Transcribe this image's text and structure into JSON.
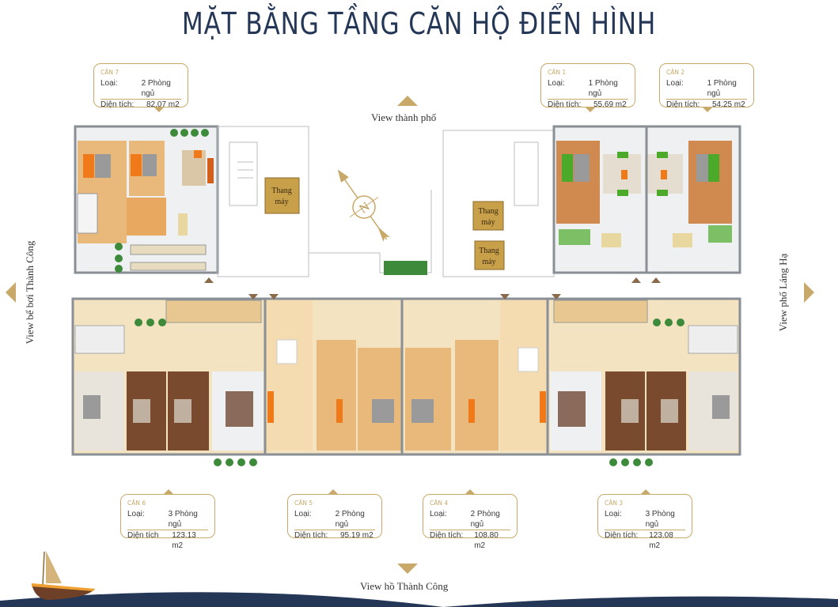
{
  "title": "MẶT BẰNG TẦNG CĂN HỘ ĐIỂN HÌNH",
  "views": {
    "top": "View thành phố",
    "bottom": "View hồ Thành Công",
    "left": "View bể bơi Thành Công",
    "right": "View phố Láng Hạ"
  },
  "elevator_label": {
    "line1": "Thang",
    "line2": "máy"
  },
  "compass_letter": "N",
  "units": [
    {
      "code": "CĂN 7",
      "type_label": "Loại:",
      "type": "2 Phòng ngủ",
      "area_label": "Diện tích:",
      "area": "82.07 m2"
    },
    {
      "code": "CĂN 1",
      "type_label": "Loại:",
      "type": "1 Phòng ngủ",
      "area_label": "Diện tích:",
      "area": "55.69 m2"
    },
    {
      "code": "CĂN 2",
      "type_label": "Loại:",
      "type": "1 Phòng ngủ",
      "area_label": "Diện tích:",
      "area": "54.25 m2"
    },
    {
      "code": "CĂN 6",
      "type_label": "Loại:",
      "type": "3 Phòng ngủ",
      "area_label": "Diện tích",
      "area": "123.13 m2"
    },
    {
      "code": "CĂN 5",
      "type_label": "Loại:",
      "type": "2 Phòng ngủ",
      "area_label": "Diện tích:",
      "area": "95.19 m2"
    },
    {
      "code": "CĂN 4",
      "type_label": "Loại:",
      "type": "2 Phòng ngủ",
      "area_label": "Diện tích:",
      "area": "108.80 m2"
    },
    {
      "code": "CĂN 3",
      "type_label": "Loại:",
      "type": "3 Phòng ngủ",
      "area_label": "Diện tích:",
      "area": "123.08 m2"
    }
  ],
  "colors": {
    "title": "#253756",
    "accent_gold": "#c9a96a",
    "sea": "#253756",
    "wood": "#e8b97a",
    "dark_wood": "#7a4a2e",
    "furniture": "#f07a1a",
    "plant": "#3d8a3a",
    "sofa_green": "#4caa2a"
  }
}
